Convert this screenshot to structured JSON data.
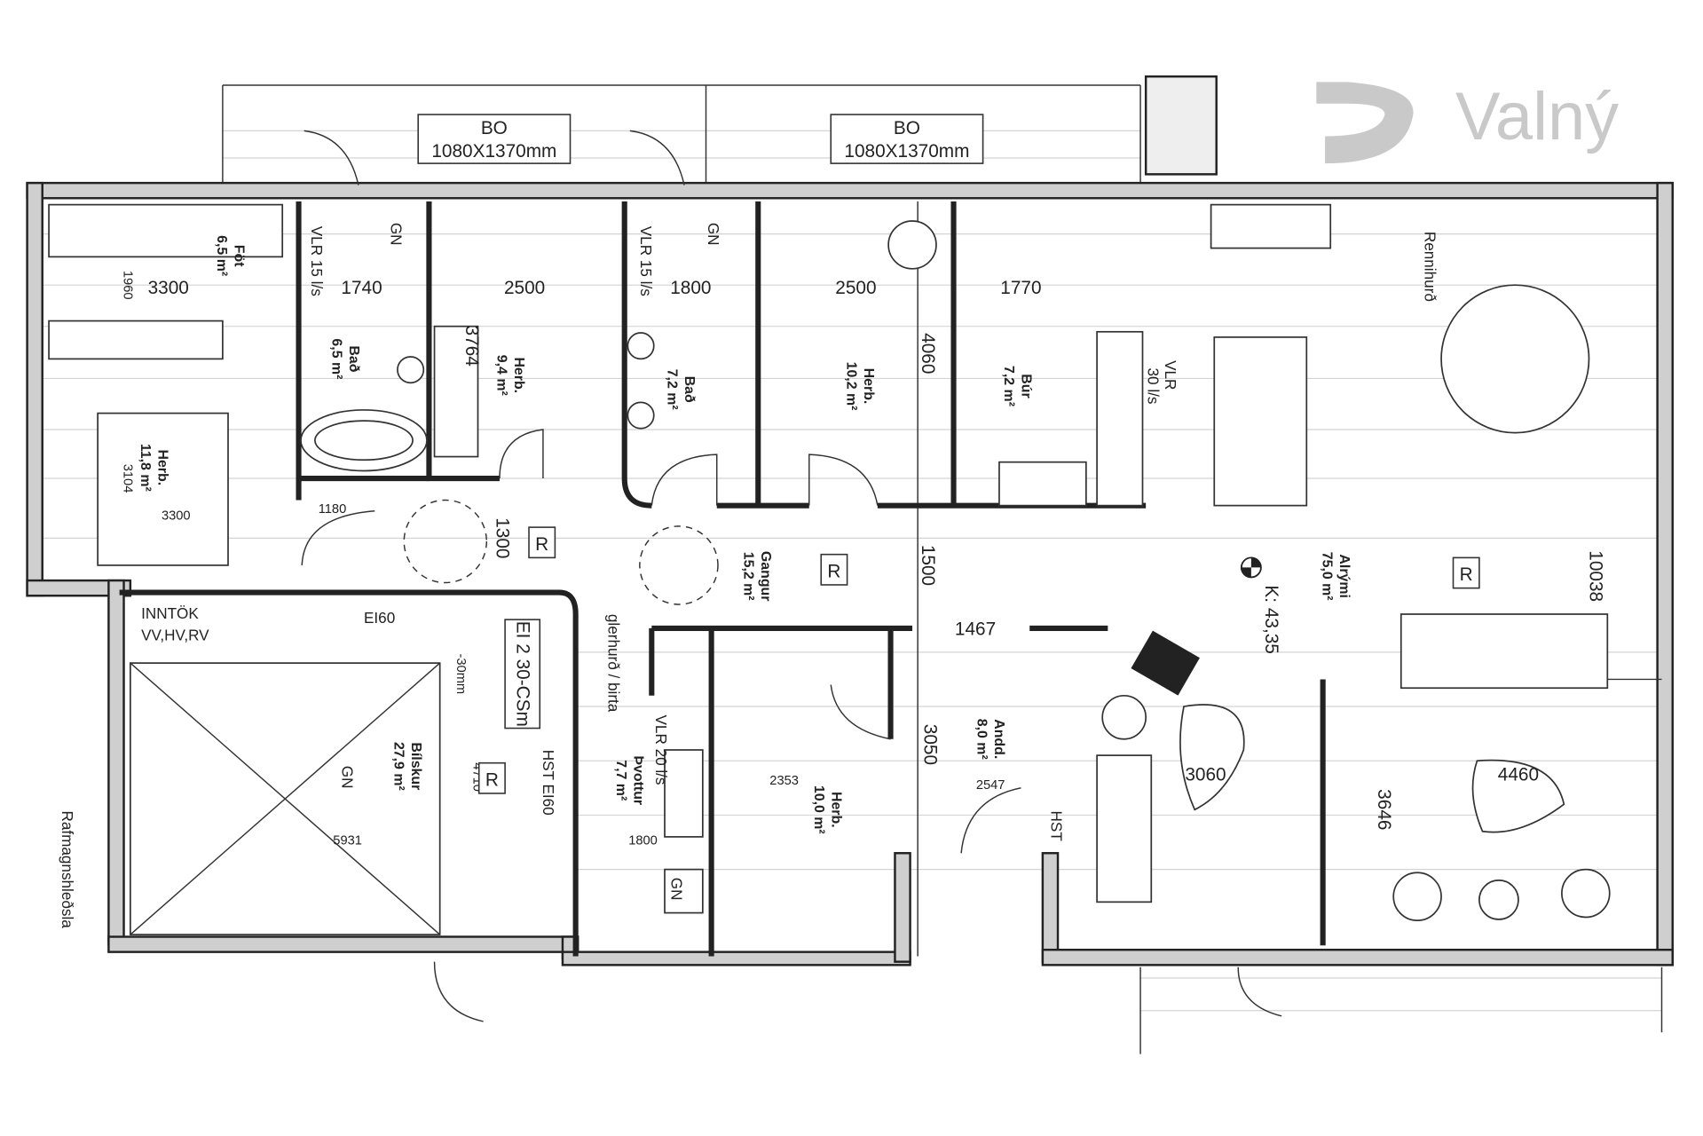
{
  "logo": {
    "text": "Valný",
    "color": "#c9c9c9"
  },
  "windows": [
    {
      "label": "BO",
      "size": "1080X1370mm"
    },
    {
      "label": "BO",
      "size": "1080X1370mm"
    }
  ],
  "rooms": [
    {
      "name": "Föt",
      "area": "6,5 m²"
    },
    {
      "name": "Bað",
      "area": "6,5 m²"
    },
    {
      "name": "Herb.",
      "area": "9,4 m²"
    },
    {
      "name": "Bað",
      "area": "7,2 m²"
    },
    {
      "name": "Herb.",
      "area": "10,2 m²"
    },
    {
      "name": "Búr",
      "area": "7,2 m²"
    },
    {
      "name": "Herb.",
      "area": "11,8 m²"
    },
    {
      "name": "Gangur",
      "area": "15,2 m²"
    },
    {
      "name": "Alrými",
      "area": "75,0 m²"
    },
    {
      "name": "Bílskur",
      "area": "27,9 m²"
    },
    {
      "name": "Þvottur",
      "area": "7,7 m²"
    },
    {
      "name": "Herb.",
      "area": "10,0 m²"
    },
    {
      "name": "Andd.",
      "area": "8,0 m²"
    }
  ],
  "dimensions": {
    "h": [
      "3300",
      "1740",
      "2500",
      "1800",
      "2500",
      "1770",
      "1180",
      "1467",
      "3060",
      "4460",
      "2353",
      "1800",
      "5931",
      "2547",
      "3300"
    ],
    "v": [
      "1960",
      "3764",
      "4060",
      "1300",
      "1500",
      "10038",
      "3050",
      "3646",
      "3104",
      "4710",
      "-30mm"
    ]
  },
  "ventilation": [
    "VLR 15 l/s",
    "VLR 15 l/s",
    "VLR",
    "30 l/s",
    "VLR 20 l/s"
  ],
  "gn_labels": [
    "GN",
    "GN",
    "GN",
    "GN"
  ],
  "r_markers": [
    "R",
    "R",
    "R",
    "R"
  ],
  "annotations": {
    "rennihurd": "Rennihurð",
    "elevation": "K: 43,35",
    "inntok": "INNTÖK",
    "inntok_sub": "VV,HV,RV",
    "ei60": "EI60",
    "door_rating": "EI 2 30-CSm",
    "hst_ei60": "HST  EI60",
    "glass_door": "glerhurð / birta",
    "hst": "HST",
    "ev_charging": "Rafmagnshleðsla"
  }
}
